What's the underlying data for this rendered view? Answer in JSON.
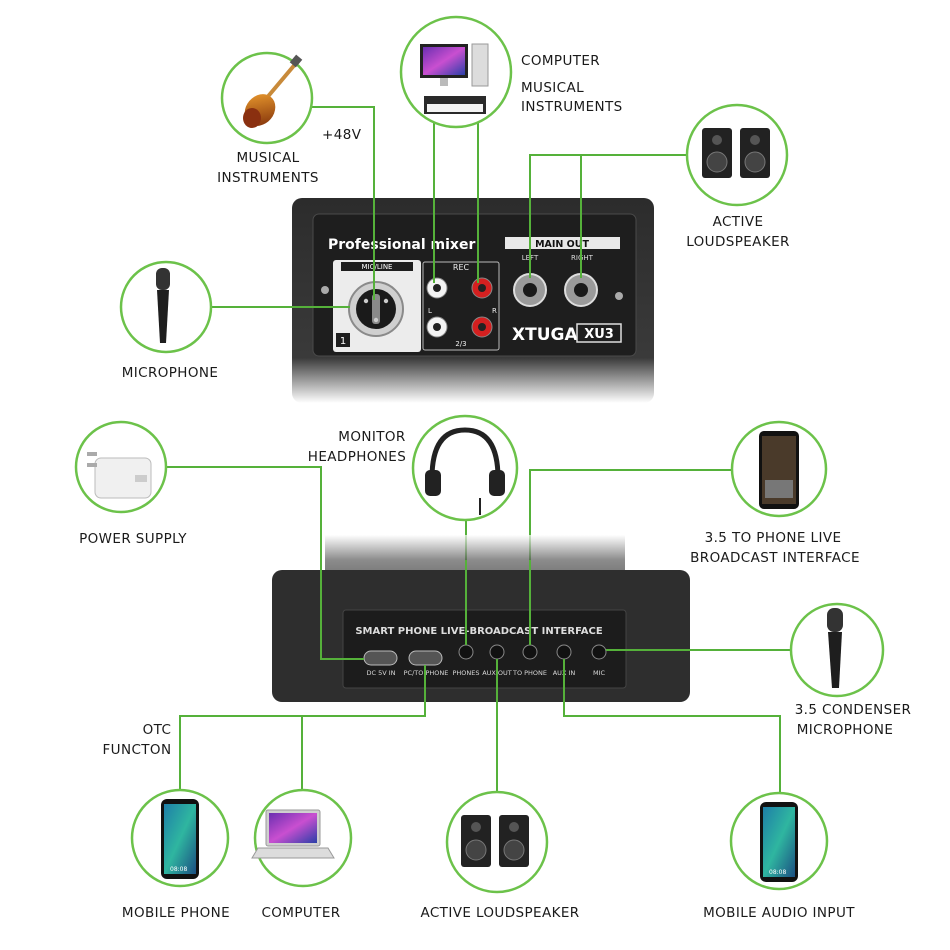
{
  "labels": {
    "plus48v": "+48V",
    "guitar_1": "MUSICAL",
    "guitar_2": "INSTRUMENTS",
    "computer_top_1": "COMPUTER",
    "computer_top_2": "MUSICAL",
    "computer_top_3": "INSTRUMENTS",
    "speaker_top_1": "ACTIVE",
    "speaker_top_2": "LOUDSPEAKER",
    "microphone": "MICROPHONE",
    "headphones_1": "MONITOR",
    "headphones_2": "HEADPHONES",
    "power": "POWER SUPPLY",
    "phone_live_1": "3.5 TO PHONE LIVE",
    "phone_live_2": "BROADCAST INTERFACE",
    "condenser_1": "3.5 CONDENSER",
    "condenser_2": "MICROPHONE",
    "otc_1": "OTC",
    "otc_2": "FUNCTON",
    "mobile_phone": "MOBILE PHONE",
    "computer_bottom": "COMPUTER",
    "speaker_bottom": "ACTIVE LOUDSPEAKER",
    "mobile_audio": "MOBILE AUDIO INPUT"
  },
  "front_panel": {
    "title": "Professional mixer",
    "main_out": "MAIN OUT",
    "left": "LEFT",
    "right": "RIGHT",
    "mic_line": "MIC/LINE",
    "rec": "REC",
    "l": "L",
    "r": "R",
    "ch23": "2/3",
    "ch1": "1",
    "brand": "XTUGA",
    "model": "XU3"
  },
  "rear_panel": {
    "title": "SMART PHONE LIVE-BROADCAST INTERFACE",
    "ports": [
      "DC 5V IN",
      "PC/TO PHONE",
      "PHONES",
      "AUX OUT",
      "TO PHONE",
      "AUX IN",
      "MIC"
    ]
  },
  "device_screens": {
    "phone_time": "08:08"
  },
  "colors": {
    "accent_green": "#6cc24a",
    "panel_dark": "#2b2b2b",
    "jack_red": "#d42020"
  }
}
